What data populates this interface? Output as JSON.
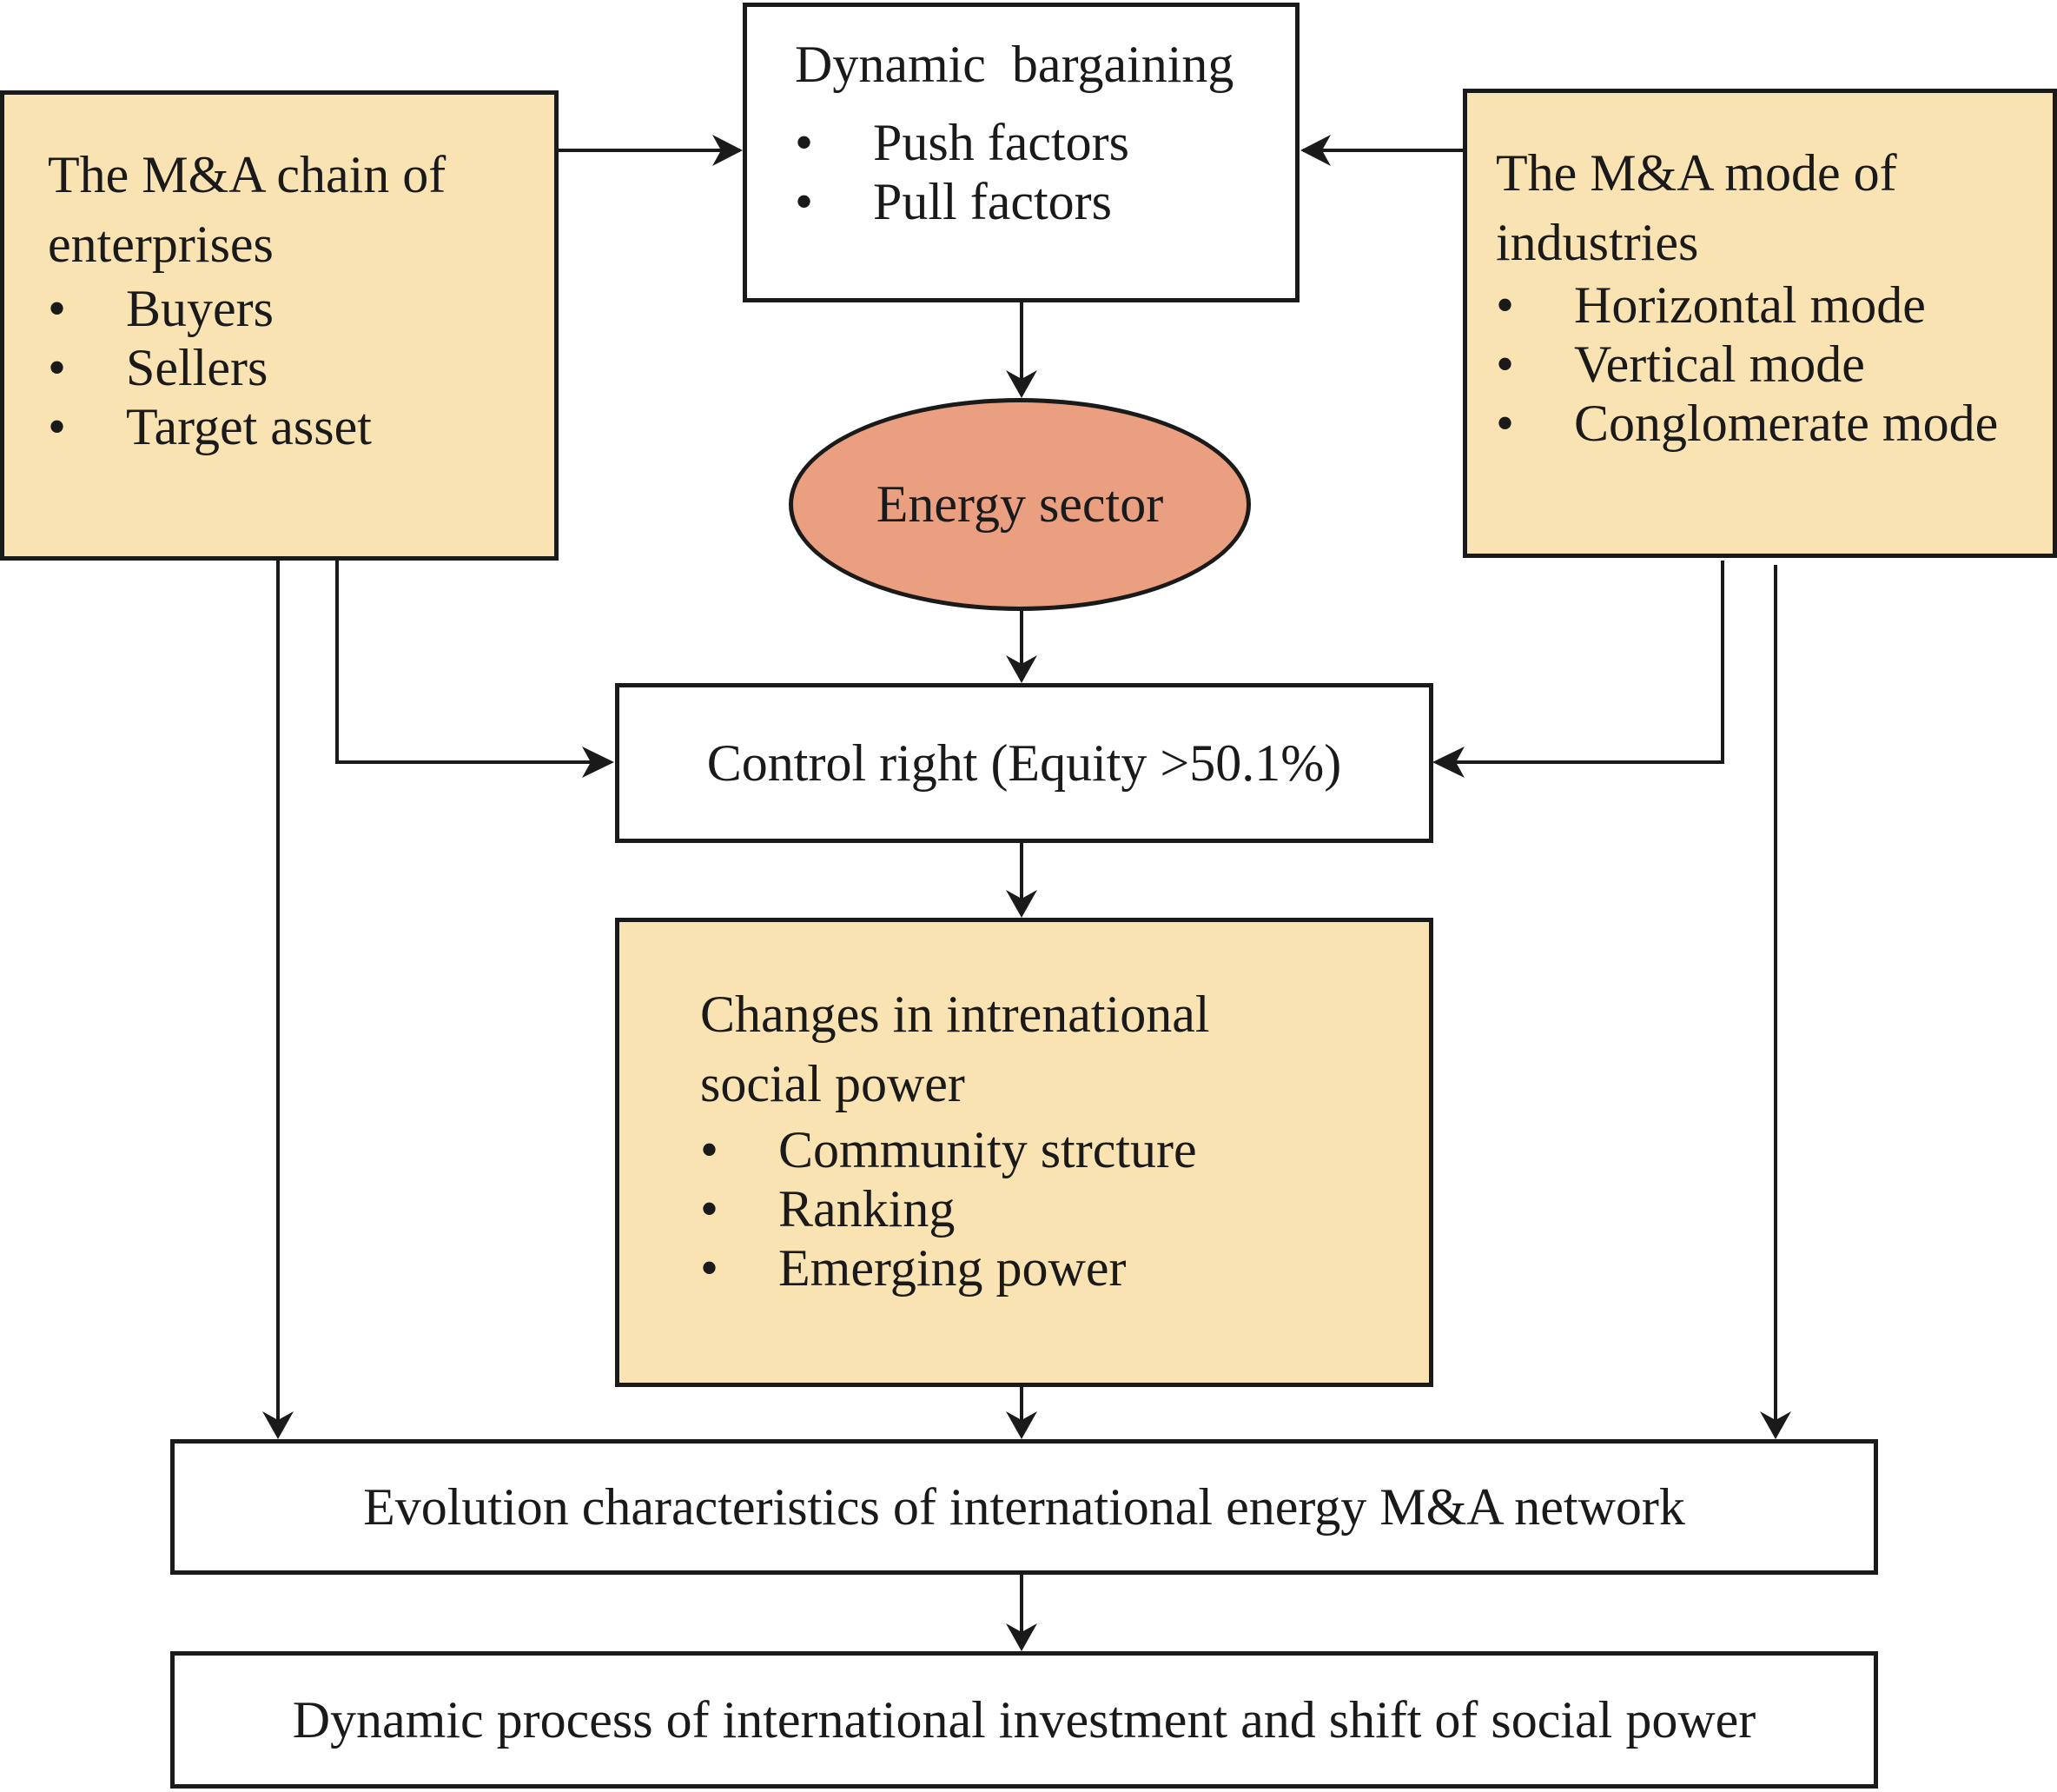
{
  "dynamic_bargaining": {
    "title": "Dynamic  bargaining",
    "items": [
      "Push factors",
      "Pull factors"
    ]
  },
  "ma_chain": {
    "title_line1": "The M&A chain of",
    "title_line2": "enterprises",
    "items": [
      "Buyers",
      "Sellers",
      "Target asset"
    ]
  },
  "ma_mode": {
    "title_line1": "The M&A mode of",
    "title_line2": "industries",
    "items": [
      "Horizontal mode",
      "Vertical mode",
      "Conglomerate mode"
    ]
  },
  "energy_sector": {
    "label": "Energy sector"
  },
  "control_right": {
    "label": "Control right (Equity >50.1%)"
  },
  "social_power": {
    "title_line1": "Changes in intrenational",
    "title_line2": "social power",
    "items": [
      "Community strcture",
      "Ranking",
      "Emerging power"
    ]
  },
  "evolution": {
    "label": "Evolution characteristics of international energy M&A network"
  },
  "dynamic_process": {
    "label": "Dynamic process of international investment and shift of social power"
  },
  "bullet_symbol": "•",
  "colors": {
    "tan_fill": "#fae3b2",
    "ellipse_fill": "#e99f80",
    "stroke": "#1a1a1a"
  }
}
